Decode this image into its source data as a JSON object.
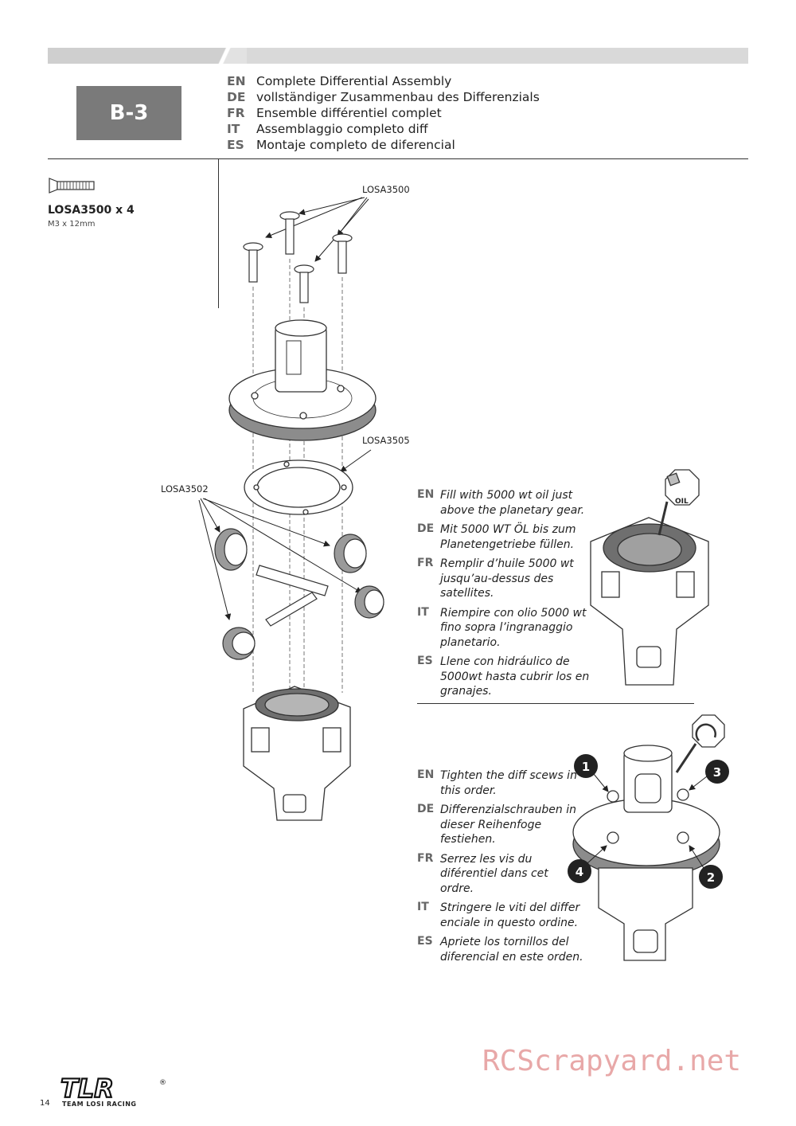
{
  "step": {
    "label": "B-3"
  },
  "titles": [
    {
      "code": "EN",
      "text": "Complete Differential Assembly"
    },
    {
      "code": "DE",
      "text": "vollständiger Zusammenbau des Differenzials"
    },
    {
      "code": "FR",
      "text": "Ensemble différentiel complet"
    },
    {
      "code": "IT",
      "text": "Assemblaggio completo diff"
    },
    {
      "code": "ES",
      "text": "Montaje completo de diferencial"
    }
  ],
  "parts": {
    "label": "LOSA3500 x 4",
    "spec": "M3 x 12mm"
  },
  "callouts": {
    "screws": "LOSA3500",
    "gasket": "LOSA3505",
    "gears": "LOSA3502"
  },
  "fill_instructions": [
    {
      "code": "EN",
      "text": "Fill with 5000 wt oil just above the planetary gear."
    },
    {
      "code": "DE",
      "text": "Mit 5000 WT ÖL bis zum Planetengetriebe füllen."
    },
    {
      "code": "FR",
      "text": "Remplir d’huile 5000 wt jusqu’au-dessus des satellites."
    },
    {
      "code": "IT",
      "text": "Riempire con olio 5000 wt fino sopra l’ingranaggio planetario."
    },
    {
      "code": "ES",
      "text": "Llene con hidráulico de 5000wt hasta cubrir los en granajes."
    }
  ],
  "oil_badge": "OIL",
  "tighten_instructions": [
    {
      "code": "EN",
      "text": "Tighten the diff scews in this order."
    },
    {
      "code": "DE",
      "text": "Differenzialschrauben in dieser Reihenfoge festiehen."
    },
    {
      "code": "FR",
      "text": "Serrez les vis du diférentiel dans cet ordre."
    },
    {
      "code": "IT",
      "text": "Stringere le viti del differ enciale in questo ordine."
    },
    {
      "code": "ES",
      "text": "Apriete los tornillos del diferencial en este orden."
    }
  ],
  "order_markers": [
    "1",
    "2",
    "3",
    "4"
  ],
  "footer": {
    "page": "14",
    "logo": "TLR",
    "logo_registered": "®",
    "brand": "TEAM LOSI RACING",
    "watermark": "RCScrapyard.net"
  }
}
